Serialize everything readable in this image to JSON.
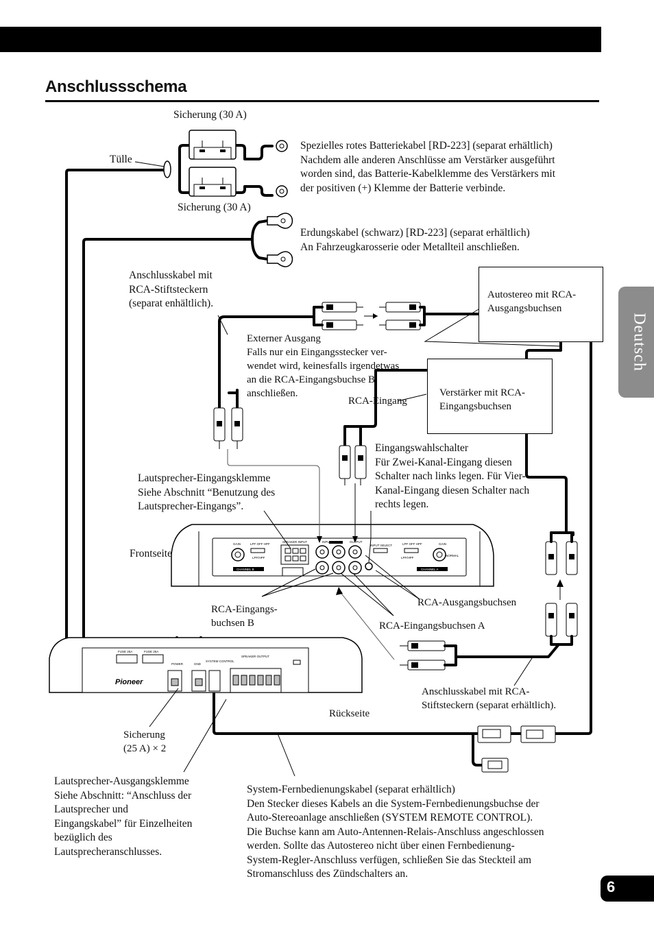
{
  "header": {
    "title": "Anschlussschema"
  },
  "side_tab": {
    "label": "Deutsch"
  },
  "page_number": "6",
  "labels": {
    "fuse_top": "Sicherung (30 A)",
    "fuse_bottom": "Sicherung (30 A)",
    "grommet": "Tülle",
    "battery_cable": [
      "Spezielles rotes Batteriekabel [RD-223] (separat erhältlich)",
      "Nachdem alle anderen Anschlüsse am Verstärker ausgeführt",
      "worden sind, das Batterie-Kabelklemme des Verstärkers mit",
      "der positiven (+) Klemme der Batterie verbinde."
    ],
    "ground_cable": [
      "Erdungskabel (schwarz) [RD-223] (separat erhältlich)",
      "An Fahrzeugkarosserie oder Metallteil anschließen."
    ],
    "rca_cable_top": [
      "Anschlusskabel mit",
      "RCA-Stiftsteckern",
      "(separat enhältlich)."
    ],
    "car_stereo_box": [
      "Autostereo mit RCA-",
      "Ausgangsbuchsen"
    ],
    "external_output": [
      "Externer Ausgang",
      "Falls nur ein Eingangsstecker ver-",
      "wendet wird, keinesfalls irgendetwas",
      "an die RCA-Eingangsbuchse B",
      "anschließen."
    ],
    "amp_box": [
      "Verstärker mit RCA-",
      "Eingangsbuchsen"
    ],
    "rca_input": "RCA-Eingang",
    "input_selector": [
      "Eingangswahlschalter",
      "Für Zwei-Kanal-Eingang diesen",
      "Schalter nach links legen. Für Vier-",
      "Kanal-Eingang diesen Schalter nach",
      "rechts legen."
    ],
    "speaker_input": [
      "Lautsprecher-Eingangsklemme",
      "Siehe Abschnitt “Benutzung des",
      "Lautsprecher-Eingangs”."
    ],
    "front_side": "Frontseite",
    "rca_output_jacks": "RCA-Ausgangsbuchsen",
    "rca_input_jacks_b": [
      "RCA-Eingangs-",
      "buchsen B"
    ],
    "rca_input_jacks_a": "RCA-Eingangsbuchsen A",
    "rca_cable_bottom": [
      "Anschlusskabel mit RCA-",
      "Stiftsteckern (separat erhältlich)."
    ],
    "rear_side": "Rückseite",
    "fuse_25": [
      "Sicherung",
      "(25 A) × 2"
    ],
    "speaker_output": [
      "Lautsprecher-Ausgangsklemme",
      "Siehe Abschnitt: “Anschluss der",
      "Lautsprecher und",
      "Eingangskabel” für Einzelheiten",
      "bezüglich des",
      "Lautsprecheranschlusses."
    ],
    "system_remote": [
      "System-Fernbedienungskabel (separat erhältlich)",
      "Den Stecker dieses Kabels an die System-Fernbedienungsbuchse der",
      "Auto-Stereoanlage anschließen (SYSTEM REMOTE CONTROL).",
      "Die Buchse kann am Auto-Antennen-Relais-Anschluss angeschlossen",
      "werden. Sollte das Autostereo nicht über einen Fernbedienung-",
      "System-Regler-Anschluss verfügen, schließen Sie das Steckteil am",
      "Stromanschluss des Zündschalters an."
    ]
  },
  "panel_text": {
    "front": {
      "gain": "GAIN",
      "lpf_off_hpf": "LPF OFF HPF",
      "lpf_hpf": "LPF/HPF",
      "channel_b": "CHANNEL B",
      "channel_a": "CHANNEL A",
      "speaker_input": "SPEAKER INPUT",
      "input": "INPUT",
      "output": "OUTPUT",
      "input_select": "INPUT SELECT",
      "normal": "NORMAL"
    },
    "rear": {
      "fuse_25a": "FUSE 25A",
      "power": "POWER",
      "gnd": "GND",
      "system_control": "SYSTEM CONTROL",
      "speaker_output": "SPEAKER OUTPUT",
      "brand": "Pioneer"
    }
  }
}
